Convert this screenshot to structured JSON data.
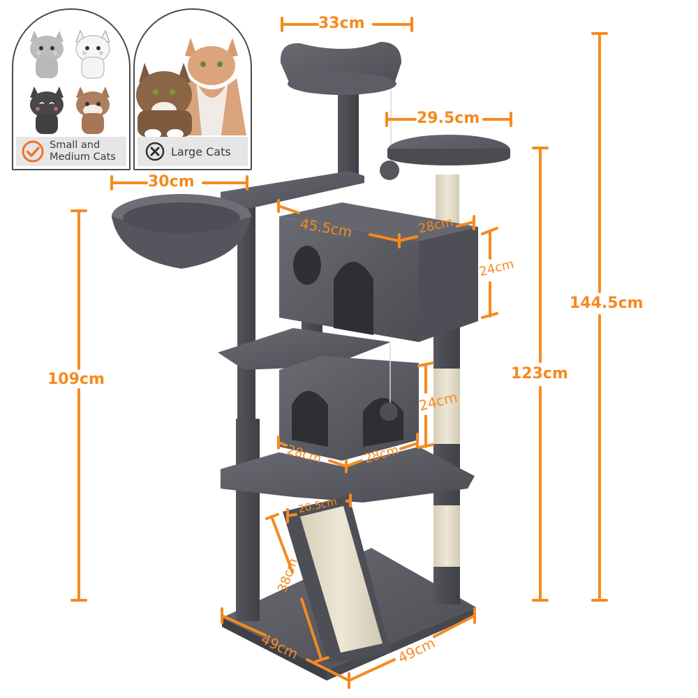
{
  "image": {
    "subject": "Multi-level cat tree with dimension annotations",
    "accent_color": "#f58a1f",
    "plush_color": "#5e5f66",
    "sisal_color": "#e6dfcc"
  },
  "suitability_badges": [
    {
      "label_line1": "Small and",
      "label_line2": "Medium Cats",
      "icon": "check-circle-icon",
      "icon_color": "#f0731e",
      "suitable": true
    },
    {
      "label_line1": "Large Cats",
      "label_line2": "",
      "icon": "x-circle-icon",
      "icon_color": "#2e2e2e",
      "suitable": false
    }
  ],
  "dimensions": {
    "top_perch_width": "33cm",
    "round_platform_width": "29.5cm",
    "basket_width": "30cm",
    "upper_condo_length": "45.5cm",
    "upper_condo_depth": "28cm",
    "upper_condo_height": "24cm",
    "lower_condo_length": "28cm",
    "lower_condo_depth": "28cm",
    "lower_condo_height": "24cm",
    "ramp_width": "20.5cm",
    "ramp_length": "38cm",
    "base_length": "49cm",
    "base_depth": "49cm",
    "basket_height": "109cm",
    "round_platform_height": "123cm",
    "total_height": "144.5cm"
  }
}
